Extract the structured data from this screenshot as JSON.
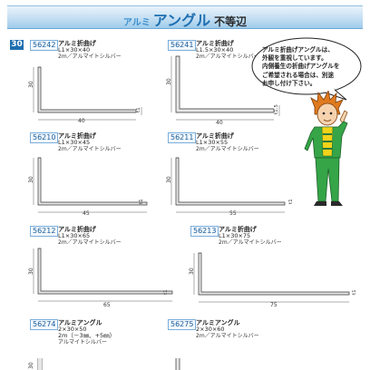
{
  "header": {
    "prefix": "アルミ",
    "title": "アングル",
    "suffix": "不等辺"
  },
  "page_number": "30",
  "bubble": {
    "lines": [
      "アルミ折曲げアングルは、",
      "外観を重視しています。",
      "内側養生の折曲げアングルを",
      "ご希望される場合は、別途",
      "お申し付け下さい。"
    ]
  },
  "products": [
    {
      "code": "56242",
      "name": "アルミ折曲げ",
      "dims": "L1×30×40",
      "finish": "2m／アルマイトシルバー",
      "h": "30",
      "w": "40",
      "t": "t1"
    },
    {
      "code": "56241",
      "name": "アルミ折曲げ",
      "dims": "L1.5×30×40",
      "finish": "2m／アルマイトシルバー",
      "h": "30",
      "w": "40",
      "t": "t1.5"
    },
    {
      "code": "56210",
      "name": "アルミ折曲げ",
      "dims": "L1×30×45",
      "finish": "2m／アルマイトシルバー",
      "h": "30",
      "w": "45",
      "t": "t1"
    },
    {
      "code": "56211",
      "name": "アルミ折曲げ",
      "dims": "L1×30×55",
      "finish": "2m／アルマイトシルバー",
      "h": "30",
      "w": "55",
      "t": "t1"
    },
    {
      "code": "56212",
      "name": "アルミ折曲げ",
      "dims": "L1×30×65",
      "finish": "2m／アルマイトシルバー",
      "h": "30",
      "w": "65",
      "t": "t1"
    },
    {
      "code": "56213",
      "name": "アルミ折曲げ",
      "dims": "L1×30×75",
      "finish": "2m／アルマイトシルバー",
      "h": "30",
      "w": "75",
      "t": "t1"
    },
    {
      "code": "56274",
      "name": "アルミアングル",
      "dims": "2×30×50",
      "dims2": "2m（－3㎜、+5㎜）",
      "finish": "アルマイトシルバー",
      "h": "30"
    },
    {
      "code": "56275",
      "name": "アルミアングル",
      "dims": "2×30×60",
      "finish": "2m／アルマイトシルバー"
    }
  ],
  "colors": {
    "accent": "#1f6fb0",
    "banner": "#c4dff3",
    "jacket": "#35a548",
    "shirt": "#f2d21a",
    "hair": "#e07a1f"
  }
}
